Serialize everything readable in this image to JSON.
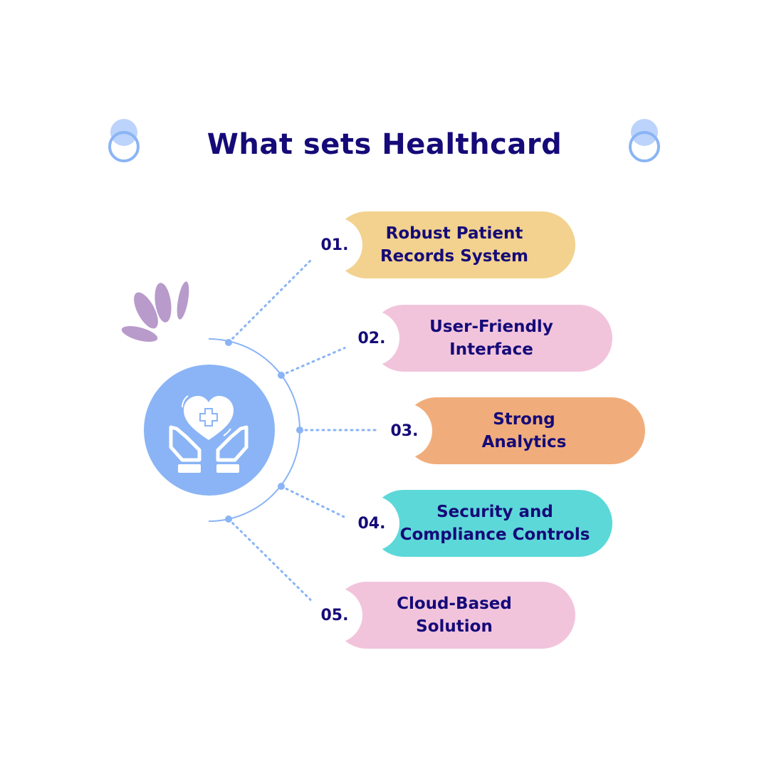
{
  "title": "What sets Healthcard",
  "colors": {
    "title": "#150a78",
    "accent": "#8ab4f5",
    "leaf": "#b89acb",
    "pill_yellow": "#f2d28e",
    "pill_pink": "#f2c4dc",
    "pill_orange": "#f0ad7b",
    "pill_teal": "#5cd8d8"
  },
  "center_icon": "heart-hands-icon",
  "items": [
    {
      "number": "01.",
      "line1": "Robust Patient",
      "line2": "Records System",
      "color": "#f2d28e"
    },
    {
      "number": "02.",
      "line1": "User-Friendly",
      "line2": "Interface",
      "color": "#f2c4dc"
    },
    {
      "number": "03.",
      "line1": "Strong",
      "line2": "Analytics",
      "color": "#f0ad7b"
    },
    {
      "number": "04.",
      "line1": "Security and",
      "line2": "Compliance Controls",
      "color": "#5cd8d8"
    },
    {
      "number": "05.",
      "line1": "Cloud-Based",
      "line2": "Solution",
      "color": "#f2c4dc"
    }
  ]
}
